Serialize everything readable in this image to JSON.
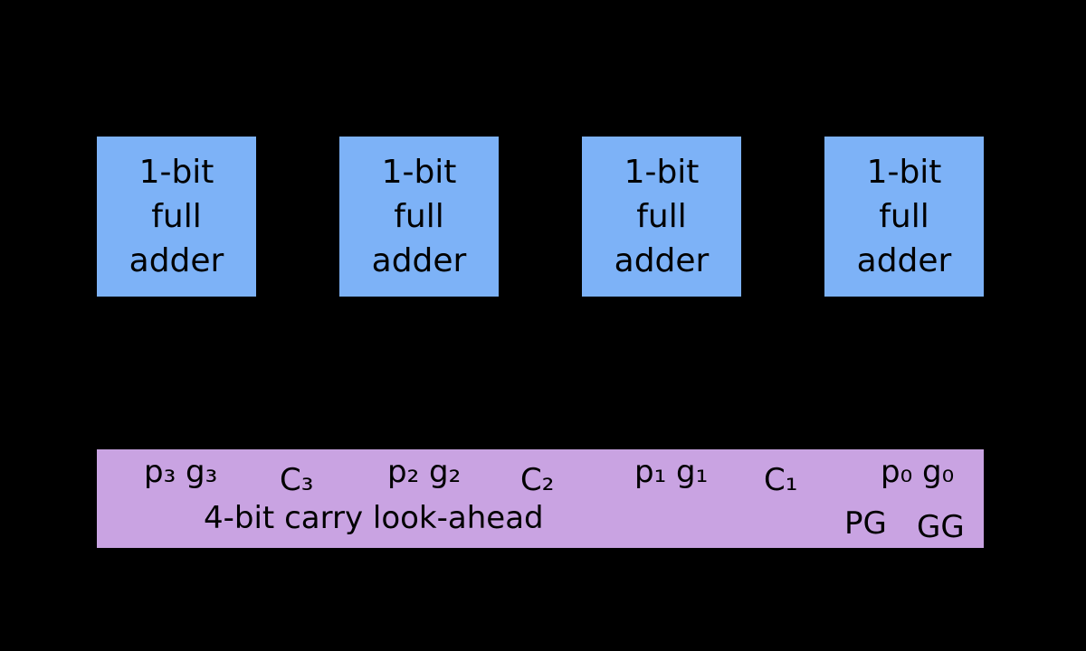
{
  "colors": {
    "background": "#000000",
    "adder_fill": "#7db2f7",
    "cla_fill": "#c9a3e2",
    "text": "#000000"
  },
  "adders": [
    {
      "lines": [
        "1-bit",
        "full",
        "adder"
      ]
    },
    {
      "lines": [
        "1-bit",
        "full",
        "adder"
      ]
    },
    {
      "lines": [
        "1-bit",
        "full",
        "adder"
      ]
    },
    {
      "lines": [
        "1-bit",
        "full",
        "adder"
      ]
    }
  ],
  "cla": {
    "title": "4-bit carry look-ahead",
    "signals": {
      "p3g3": "p₃ g₃",
      "c3": "C₃",
      "p2g2": "p₂ g₂",
      "c2": "C₂",
      "p1g1": "p₁ g₁",
      "c1": "C₁",
      "p0g0": "p₀ g₀"
    },
    "outputs": {
      "pg": "PG",
      "gg": "GG"
    }
  }
}
